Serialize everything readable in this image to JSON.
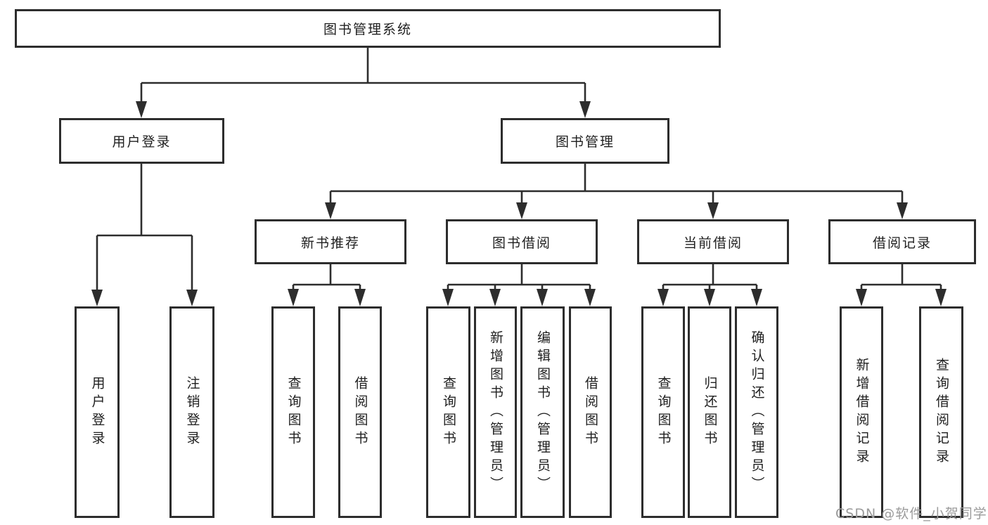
{
  "diagram_title": "图书管理系统",
  "watermark": "CSDN @软件_小贺同学",
  "colors": {
    "line": "#2d2d2d",
    "box_border": "#2d2d2d",
    "box_background": "#ffffff",
    "text": "#1f1f1f",
    "watermark": "#9b9b9b",
    "page_background": "#ffffff"
  },
  "tree": {
    "label": "图书管理系统",
    "children": [
      {
        "label": "用户登录",
        "children": [
          {
            "label": "用户登录"
          },
          {
            "label": "注销登录"
          }
        ]
      },
      {
        "label": "图书管理",
        "children": [
          {
            "label": "新书推荐",
            "children": [
              {
                "label": "查询图书"
              },
              {
                "label": "借阅图书"
              }
            ]
          },
          {
            "label": "图书借阅",
            "children": [
              {
                "label": "查询图书"
              },
              {
                "label": "新增图书（管理员）"
              },
              {
                "label": "编辑图书（管理员）"
              },
              {
                "label": "借阅图书"
              }
            ]
          },
          {
            "label": "当前借阅",
            "children": [
              {
                "label": "查询图书"
              },
              {
                "label": "归还图书"
              },
              {
                "label": "确认归还（管理员）"
              }
            ]
          },
          {
            "label": "借阅记录",
            "children": [
              {
                "label": "新增借阅记录"
              },
              {
                "label": "查询借阅记录"
              }
            ]
          }
        ]
      }
    ]
  }
}
